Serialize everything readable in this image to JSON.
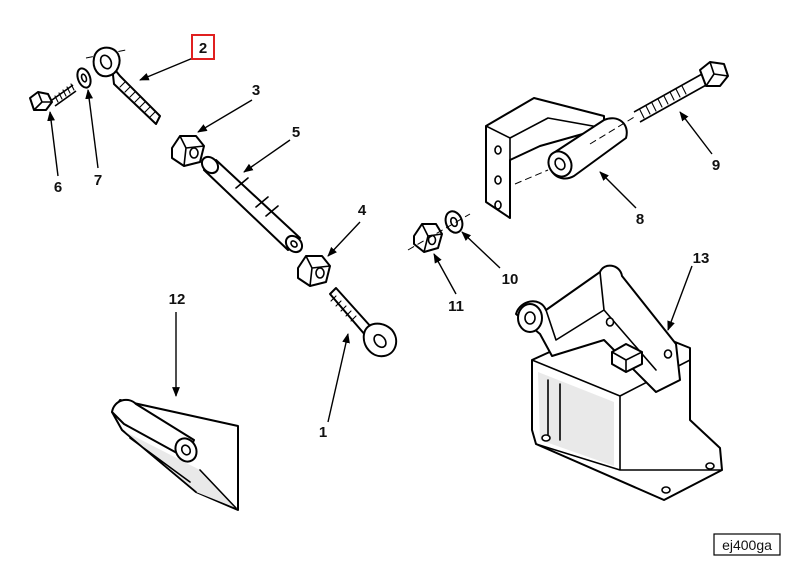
{
  "drawing_id": "ej400ga",
  "highlighted_callout": "2",
  "highlight_color": "#e02020",
  "callouts": {
    "c1": "1",
    "c2": "2",
    "c3": "3",
    "c4": "4",
    "c5": "5",
    "c6": "6",
    "c7": "7",
    "c8": "8",
    "c9": "9",
    "c10": "10",
    "c11": "11",
    "c12": "12",
    "c13": "13"
  }
}
